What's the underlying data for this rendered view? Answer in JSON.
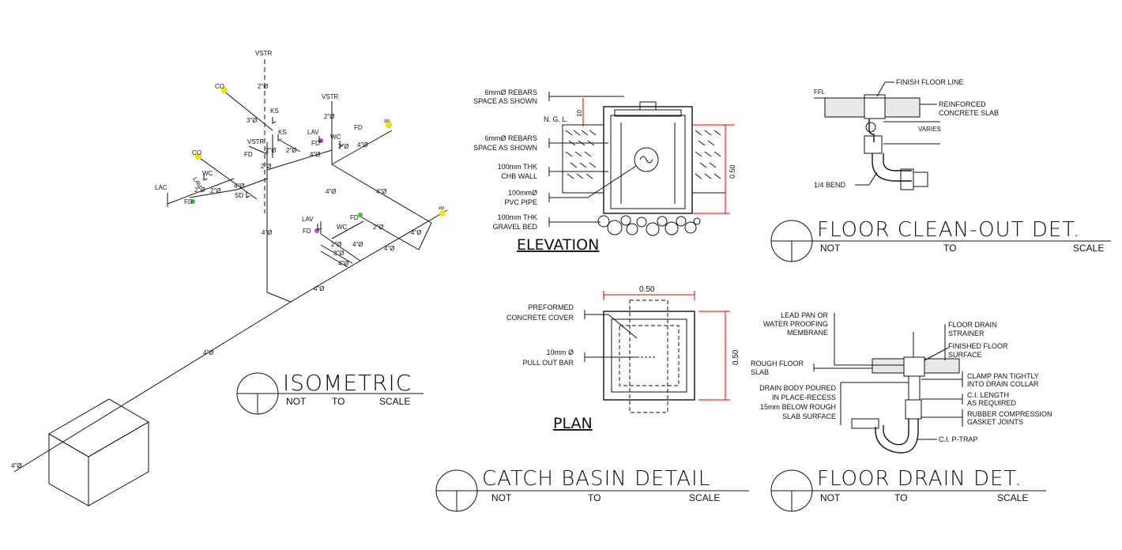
{
  "isometric": {
    "title": "ISOMETRIC",
    "scale": {
      "not": "NOT",
      "to": "TO",
      "scale": "SCALE"
    },
    "labels": {
      "vstr": "VSTR",
      "co": "CO",
      "ks": "KS",
      "lav": "LAV",
      "wc": "WC",
      "fd": "FD",
      "lac": "LAC",
      "sd": "SD",
      "co_symbol": "∞",
      "d2": "2\"Ø",
      "d3": "3\"Ø",
      "d4": "4\"Ø"
    }
  },
  "catch_basin": {
    "title": "CATCH BASIN DETAIL",
    "scale": {
      "not": "NOT",
      "to": "TO",
      "scale": "SCALE"
    },
    "elevation": {
      "title": "ELEVATION",
      "ngl": "N. G. L.",
      "dim_top": "10",
      "dim_side": "0.50",
      "notes": [
        [
          "6mmØ REBARS",
          "SPACE AS SHOWN"
        ],
        [
          "6mmØ REBARS",
          "SPACE AS SHOWN"
        ],
        [
          "100mm THK",
          "CHB WALL"
        ],
        [
          "100mmØ",
          "PVC PIPE"
        ],
        [
          "100mm THK",
          "GRAVEL BED"
        ]
      ]
    },
    "plan": {
      "title": "PLAN",
      "dim_top": "0.50",
      "dim_side": "0.50",
      "notes": [
        [
          "PREFORMED",
          "CONCRETE COVER"
        ],
        [
          "10mm Ø",
          "PULL OUT BAR"
        ]
      ]
    }
  },
  "floor_cleanout": {
    "title": "FLOOR CLEAN-OUT DET.",
    "scale": {
      "not": "NOT",
      "to": "TO",
      "scale": "SCALE"
    },
    "ffl": "FFL",
    "finish_floor_line": "FINISH FLOOR LINE",
    "reinforced": [
      "REINFORCED",
      "CONCRETE SLAB"
    ],
    "varies": "VARIES",
    "bend": "1/4 BEND"
  },
  "floor_drain": {
    "title": "FLOOR DRAIN DET.",
    "scale": {
      "not": "NOT",
      "to": "TO",
      "scale": "SCALE"
    },
    "left_notes": [
      [
        "LEAD PAN OR",
        "WATER PROOFING",
        "MEMBRANE"
      ],
      [
        "ROUGH FLOOR",
        "SLAB"
      ],
      [
        "DRAIN BODY POURED",
        "IN PLACE-RECESS",
        "15mm BELOW ROUGH",
        "SLAB SURFACE"
      ]
    ],
    "right_notes": [
      [
        "FLOOR DRAIN",
        "STRAINER"
      ],
      [
        "FINISHED FLOOR",
        "SURFACE"
      ],
      [
        "CLAMP PAN TIGHTLY",
        "INTO DRAIN COLLAR"
      ],
      [
        "C.I. LENGTH",
        "AS REQUIRED"
      ],
      [
        "RUBBER COMPRESSION",
        "GASKET JOINTS"
      ],
      [
        "C.I. P-TRAP"
      ]
    ]
  },
  "colors": {
    "line": "#111111",
    "dimension": "#e00000",
    "cleanout": "#f2e600",
    "floor_drain": "#3cc03c",
    "lavatory": "#b455d0"
  }
}
